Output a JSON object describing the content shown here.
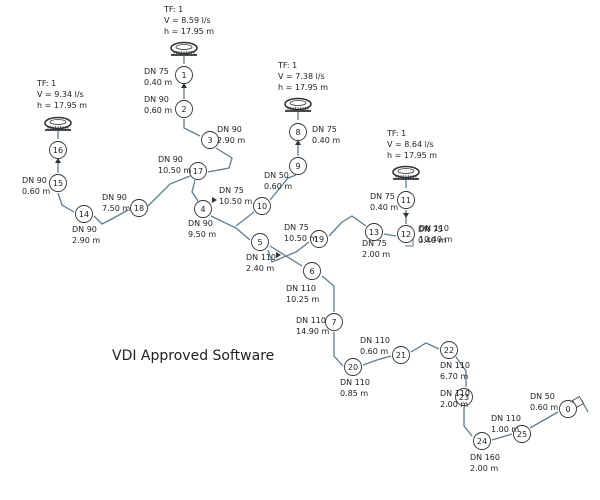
{
  "branding": {
    "text": "VDI Approved Software"
  },
  "colors": {
    "pipe": "#5b7d96",
    "node_stroke": "#333333",
    "node_fill": "#ffffff",
    "text": "#222222"
  },
  "nodes": [
    "0",
    "1",
    "2",
    "3",
    "4",
    "5",
    "6",
    "7",
    "8",
    "9",
    "10",
    "11",
    "12",
    "13",
    "14",
    "15",
    "16",
    "17",
    "18",
    "19",
    "20",
    "21",
    "22",
    "23",
    "24",
    "25"
  ],
  "fixtures": [
    {
      "name": "fixture-1",
      "tf": "TF: 1",
      "v": "V = 8.59 l/s",
      "h": "h = 17.95 m"
    },
    {
      "name": "fixture-8",
      "tf": "TF: 1",
      "v": "V = 7.38 l/s",
      "h": "h = 17.95 m"
    },
    {
      "name": "fixture-11",
      "tf": "TF: 1",
      "v": "V = 8.64 l/s",
      "h": "h = 17.95 m"
    },
    {
      "name": "fixture-16",
      "tf": "TF: 1",
      "v": "V = 9.34 l/s",
      "h": "h = 17.95 m"
    }
  ],
  "pipe_labels": [
    {
      "dn": "DN 75",
      "len": "0.40 m"
    },
    {
      "dn": "DN 90",
      "len": "0.60 m"
    },
    {
      "dn": "DN 90",
      "len": "2.90 m"
    },
    {
      "dn": "DN 90",
      "len": "10.50 m"
    },
    {
      "dn": "DN 75",
      "len": "0.40 m"
    },
    {
      "dn": "DN 50",
      "len": "0.60 m"
    },
    {
      "dn": "DN 75",
      "len": "10.50 m"
    },
    {
      "dn": "DN 75",
      "len": "0.40 m"
    },
    {
      "dn": "DN 90",
      "len": "0.60 m"
    },
    {
      "dn": "DN 90",
      "len": "7.50 m"
    },
    {
      "dn": "DN 90",
      "len": "2.90 m"
    },
    {
      "dn": "DN 90",
      "len": "9.50 m"
    },
    {
      "dn": "DN 75",
      "len": "10.50 m"
    },
    {
      "dn": "DN 75",
      "len": "0.40 m"
    },
    {
      "dn": "DN 50",
      "len": "0.60 m"
    },
    {
      "dn": "DN 75",
      "len": "2.00 m"
    },
    {
      "dn": "DN 110",
      "len": "10.40 m"
    },
    {
      "dn": "DN 110",
      "len": "2.40 m"
    },
    {
      "dn": "DN 110",
      "len": "10.25 m"
    },
    {
      "dn": "DN 110",
      "len": "14.90 m"
    },
    {
      "dn": "DN 110",
      "len": "0.60 m"
    },
    {
      "dn": "DN 110",
      "len": "0.85 m"
    },
    {
      "dn": "DN 110",
      "len": "6.70 m"
    },
    {
      "dn": "DN 110",
      "len": "2.00 m"
    },
    {
      "dn": "DN 110",
      "len": "1.00 m"
    },
    {
      "dn": "DN 160",
      "len": "2.00 m"
    }
  ]
}
